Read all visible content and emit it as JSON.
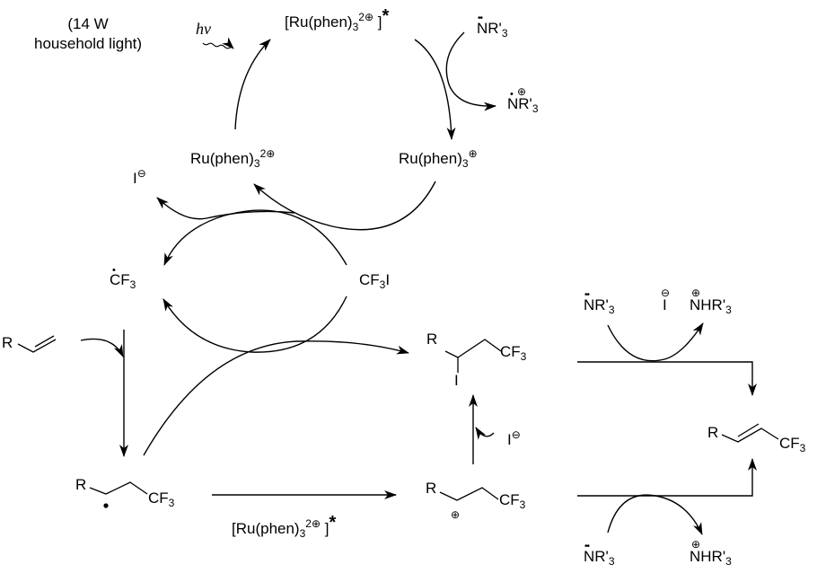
{
  "diagram": {
    "title": "Photoredox trifluoromethylation mechanism",
    "light_note_line1": "(14 W",
    "light_note_line2": "household light)",
    "hv": "hν",
    "excited_catalyst": {
      "core": "[Ru(phen)",
      "sub": "3",
      "sup": "2⊕",
      "close": " ]",
      "star": "*"
    },
    "catalyst_ground": {
      "core": "Ru(phen)",
      "sub": "3",
      "sup": "2⊕"
    },
    "catalyst_reduced": {
      "core": "Ru(phen)",
      "sub": "3",
      "sup": "⊕"
    },
    "amine_top": {
      "n": "N",
      "rest": "R'",
      "sub": "3"
    },
    "amine_radical_cation": {
      "n": "N",
      "rest": "R'",
      "sub": "3",
      "charge": "⊕"
    },
    "iodide_left": {
      "text": "I",
      "charge": "⊖"
    },
    "cf3_radical": {
      "c": "C",
      "rest": "F",
      "sub": "3"
    },
    "cf3i": {
      "pre": "CF",
      "sub": "3",
      "post": "I"
    },
    "alkene": {
      "r": "R"
    },
    "radical_adduct": {
      "r": "R",
      "cf3": "CF",
      "sub": "3"
    },
    "iodo_adduct": {
      "r": "R",
      "i": "I",
      "cf3": "CF",
      "sub": "3"
    },
    "iodide_mid": {
      "text": "I",
      "charge": "⊖"
    },
    "cation_adduct": {
      "r": "R",
      "charge": "⊕",
      "cf3": "CF",
      "sub": "3"
    },
    "oxidant_label": {
      "core": "[Ru(phen)",
      "sub": "3",
      "sup": "2⊕",
      "close": " ]",
      "star": "*"
    },
    "amine_right_top": {
      "n": "N",
      "rest": "R'",
      "sub": "3"
    },
    "iodide_right": {
      "text": "I",
      "charge": "⊖"
    },
    "ammonium_top": {
      "n": "N",
      "rest": "HR'",
      "sub": "3",
      "charge": "⊕"
    },
    "product": {
      "r": "R",
      "cf3": "CF",
      "sub": "3"
    },
    "amine_bottom": {
      "n": "N",
      "rest": "R'",
      "sub": "3"
    },
    "ammonium_bottom": {
      "n": "N",
      "rest": "HR'",
      "sub": "3",
      "charge": "⊕"
    }
  },
  "colors": {
    "ink": "#000000",
    "background": "#ffffff"
  }
}
